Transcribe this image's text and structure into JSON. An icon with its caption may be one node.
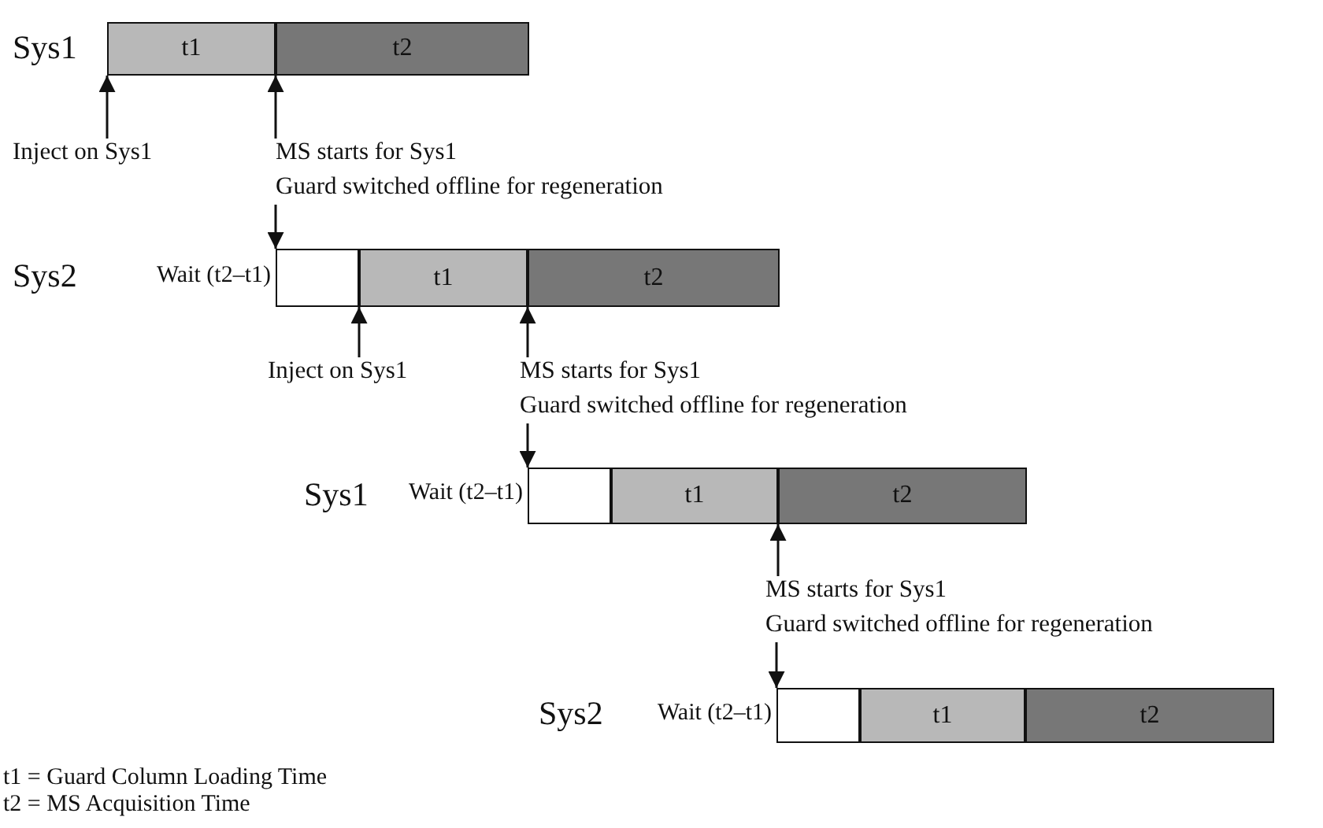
{
  "diagram": {
    "nodes": [
      {
        "text": [
          "t1"
        ]
      },
      {
        "text": [
          "t2"
        ]
      },
      {
        "text": [
          "Inject on Sys1"
        ]
      },
      {
        "text": [
          "MS starts for Sys1",
          "Guard switched offline for regeneration"
        ]
      },
      {
        "text": [],
        "shape": "box",
        "beside": [
          "Wait (t2–t1)"
        ]
      },
      {
        "text": [
          "t1"
        ]
      },
      {
        "text": [
          "t2"
        ]
      },
      {
        "text": [
          "Inject on Sys1"
        ]
      },
      {
        "text": [
          "MS starts for Sys1",
          "Guard switched offline for regeneration"
        ]
      },
      {
        "text": [],
        "shape": "box",
        "beside": [
          "Wait (t2–t1)"
        ]
      },
      {
        "text": [
          "t1"
        ]
      },
      {
        "text": [
          "t2"
        ]
      },
      {
        "text": [
          "MS starts for Sys1",
          "Guard switched offline for regeneration"
        ]
      },
      {
        "text": [],
        "shape": "box",
        "beside": [
          "Wait (t2–t1)"
        ]
      },
      {
        "text": [
          "t1"
        ]
      },
      {
        "text": [
          "t2"
        ]
      }
    ],
    "edges": [
      {
        "from": 2,
        "to": 0,
        "arrow": "to"
      },
      {
        "from": 3,
        "to": 1,
        "arrow": "to"
      },
      {
        "from": 3,
        "to": 4,
        "arrow": "to"
      },
      {
        "from": 7,
        "to": 5,
        "arrow": "to"
      },
      {
        "from": 8,
        "to": 6,
        "arrow": "to"
      },
      {
        "from": 8,
        "to": 9,
        "arrow": "to"
      },
      {
        "from": 12,
        "to": 11,
        "arrow": "to"
      },
      {
        "from": 12,
        "to": 13,
        "arrow": "to"
      }
    ],
    "labels": [
      "Sys1",
      "Sys2",
      "Sys1",
      "Sys2",
      "t1 = Guard Column Loading Time",
      "t2 = MS Acquisition Time"
    ]
  }
}
